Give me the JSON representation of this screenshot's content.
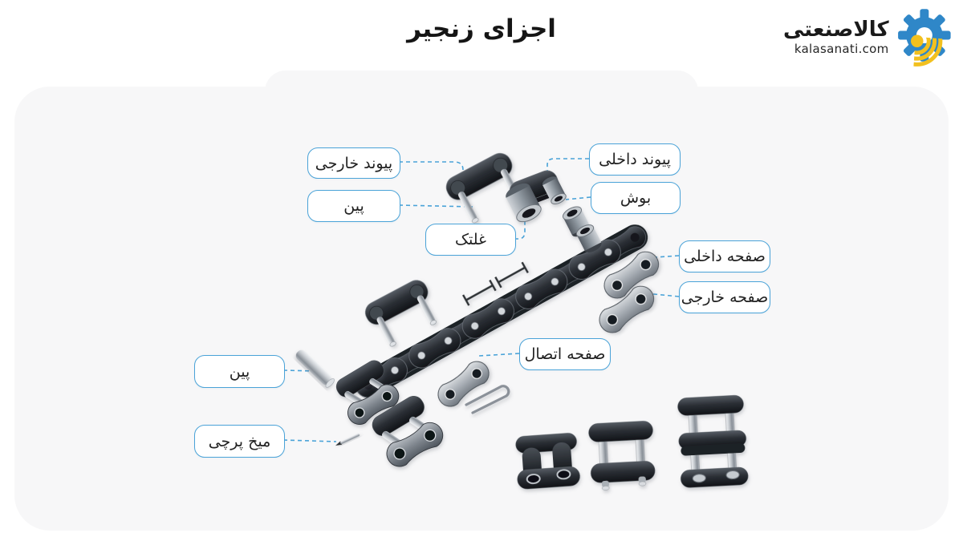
{
  "page": {
    "title": "اجزای زنجیر"
  },
  "logo": {
    "brand": "کالاصنعتی",
    "domain": "kalasanati.com"
  },
  "labels": {
    "outer_link": "پیوند خارجی",
    "pin_top": "پین",
    "roller": "غلتک",
    "inner_link": "پیوند داخلی",
    "bushing": "بوش",
    "inner_plate": "صفحه داخلی",
    "outer_plate": "صفحه خارجی",
    "connecting_plate": "صفحه اتصال",
    "pin_bottom": "پین",
    "rivet": "میخ پرچی"
  },
  "colors": {
    "accent": "#4aa3d8",
    "panel": "#f7f7f8",
    "logo_blue": "#2f87c8",
    "logo_yellow": "#f2c01e",
    "text": "#1b1b1b"
  }
}
